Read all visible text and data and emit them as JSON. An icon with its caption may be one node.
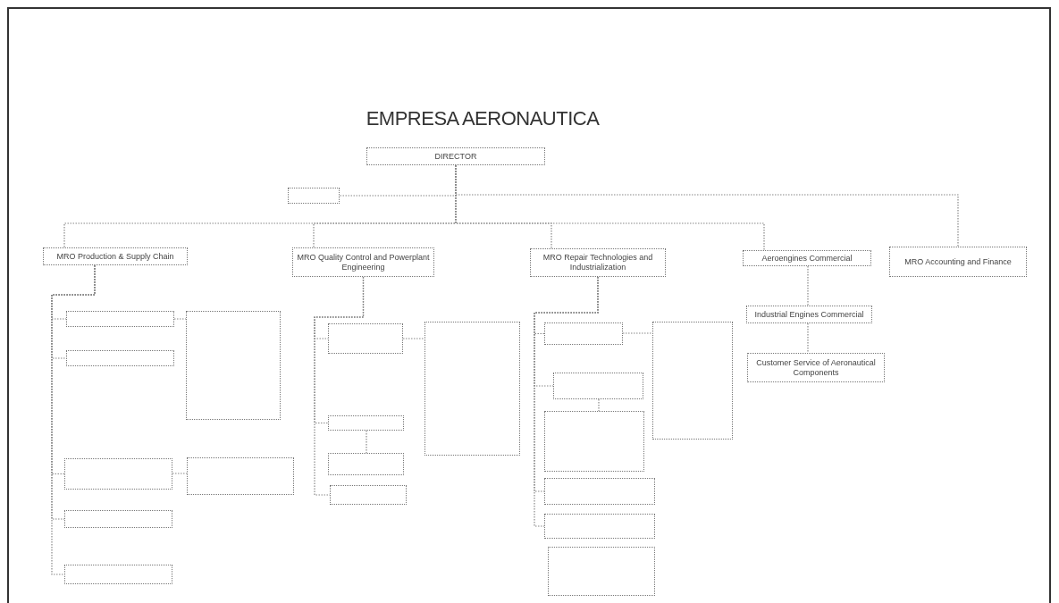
{
  "diagram": {
    "title": "EMPRESA AERONAUTICA",
    "nodes": [
      {
        "text": [
          "DIRECTOR"
        ]
      },
      {
        "text": [],
        "shape": "box"
      },
      {
        "text": [
          "MRO Production & Supply Chain"
        ]
      },
      {
        "text": [
          "MRO Quality Control and Powerplant Engineering"
        ]
      },
      {
        "text": [
          "MRO Repair Technologies and Industrialization"
        ]
      },
      {
        "text": [
          "Aeroengines Commercial"
        ]
      },
      {
        "text": [
          "MRO Accounting and Finance"
        ]
      },
      {
        "text": [],
        "shape": "box"
      },
      {
        "text": [],
        "shape": "box"
      },
      {
        "text": [],
        "shape": "box"
      },
      {
        "text": [],
        "shape": "box"
      },
      {
        "text": [],
        "shape": "box"
      },
      {
        "text": [],
        "shape": "box"
      },
      {
        "text": [],
        "shape": "box"
      },
      {
        "text": [],
        "shape": "box"
      },
      {
        "text": [],
        "shape": "box"
      },
      {
        "text": [],
        "shape": "box"
      },
      {
        "text": [],
        "shape": "box"
      },
      {
        "text": [],
        "shape": "box"
      },
      {
        "text": [],
        "shape": "box"
      },
      {
        "text": [],
        "shape": "box"
      },
      {
        "text": [],
        "shape": "box"
      },
      {
        "text": [],
        "shape": "box"
      },
      {
        "text": [],
        "shape": "box"
      },
      {
        "text": [],
        "shape": "box"
      },
      {
        "text": [],
        "shape": "box"
      },
      {
        "text": [
          "Industrial Engines Commercial"
        ]
      },
      {
        "text": [
          "Customer Service of Aeronautical Components"
        ]
      }
    ],
    "edges": [
      {
        "from": 0,
        "to": 1,
        "arrow": "none"
      },
      {
        "from": 0,
        "to": 2,
        "arrow": "none"
      },
      {
        "from": 0,
        "to": 3,
        "arrow": "none"
      },
      {
        "from": 0,
        "to": 4,
        "arrow": "none"
      },
      {
        "from": 0,
        "to": 5,
        "arrow": "none"
      },
      {
        "from": 0,
        "to": 6,
        "arrow": "none"
      },
      {
        "from": 2,
        "to": 7,
        "arrow": "none"
      },
      {
        "from": 2,
        "to": 8,
        "arrow": "none"
      },
      {
        "from": 2,
        "to": 10,
        "arrow": "none"
      },
      {
        "from": 2,
        "to": 12,
        "arrow": "none"
      },
      {
        "from": 2,
        "to": 13,
        "arrow": "none"
      },
      {
        "from": 7,
        "to": 9,
        "arrow": "none"
      },
      {
        "from": 10,
        "to": 11,
        "arrow": "none"
      },
      {
        "from": 3,
        "to": 14,
        "arrow": "none"
      },
      {
        "from": 3,
        "to": 16,
        "arrow": "none"
      },
      {
        "from": 3,
        "to": 18,
        "arrow": "none"
      },
      {
        "from": 14,
        "to": 15,
        "arrow": "none"
      },
      {
        "from": 16,
        "to": 17,
        "arrow": "none"
      },
      {
        "from": 4,
        "to": 19,
        "arrow": "none"
      },
      {
        "from": 4,
        "to": 20,
        "arrow": "none"
      },
      {
        "from": 4,
        "to": 22,
        "arrow": "none"
      },
      {
        "from": 4,
        "to": 23,
        "arrow": "none"
      },
      {
        "from": 19,
        "to": 25,
        "arrow": "none"
      },
      {
        "from": 20,
        "to": 21,
        "arrow": "none"
      },
      {
        "from": 5,
        "to": 26,
        "arrow": "none"
      },
      {
        "from": 26,
        "to": 27,
        "arrow": "none"
      }
    ]
  }
}
